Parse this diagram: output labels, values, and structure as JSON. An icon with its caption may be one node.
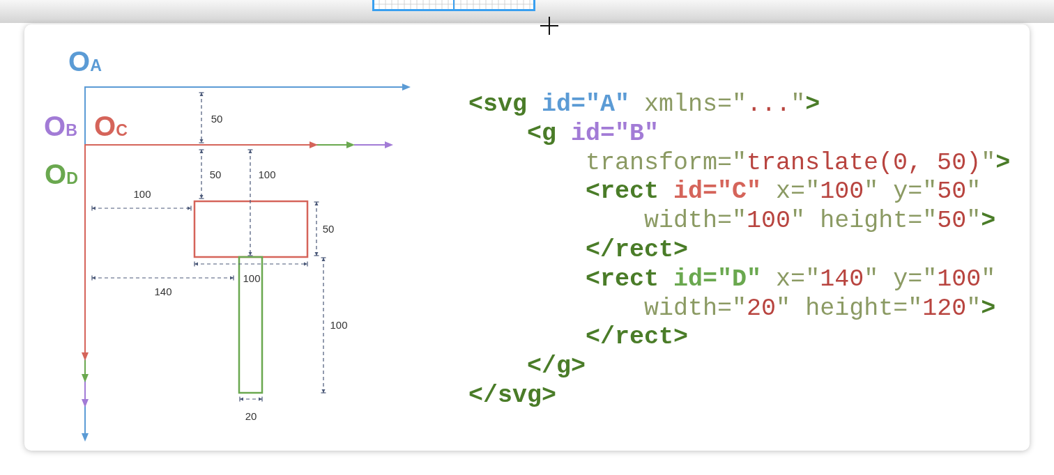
{
  "diagram": {
    "nodes": [
      {
        "text": [],
        "shape": "box"
      },
      {
        "text": [],
        "shape": "box"
      }
    ],
    "labels": [
      "O$_{A}$",
      "50",
      "O$_{B}$",
      "O$_{C}$",
      "O$_{D}$",
      "50",
      "100",
      "100",
      "50",
      "100",
      "140",
      "100",
      "20",
      "<svg id=\"A\" xmlns=\"...\">",
      "<g id=\"B\"",
      "transform=\"translate(0, 50)\">",
      "<rect id=\"C\" x=\"100\" y=\"50\"",
      "width=\"100\" height=\"50\">",
      "</rect>",
      "<rect id=\"D\" x=\"140\" y=\"100\"",
      "width=\"20\" height=\"120\">",
      "</rect>",
      "</g>",
      "</svg>"
    ]
  }
}
